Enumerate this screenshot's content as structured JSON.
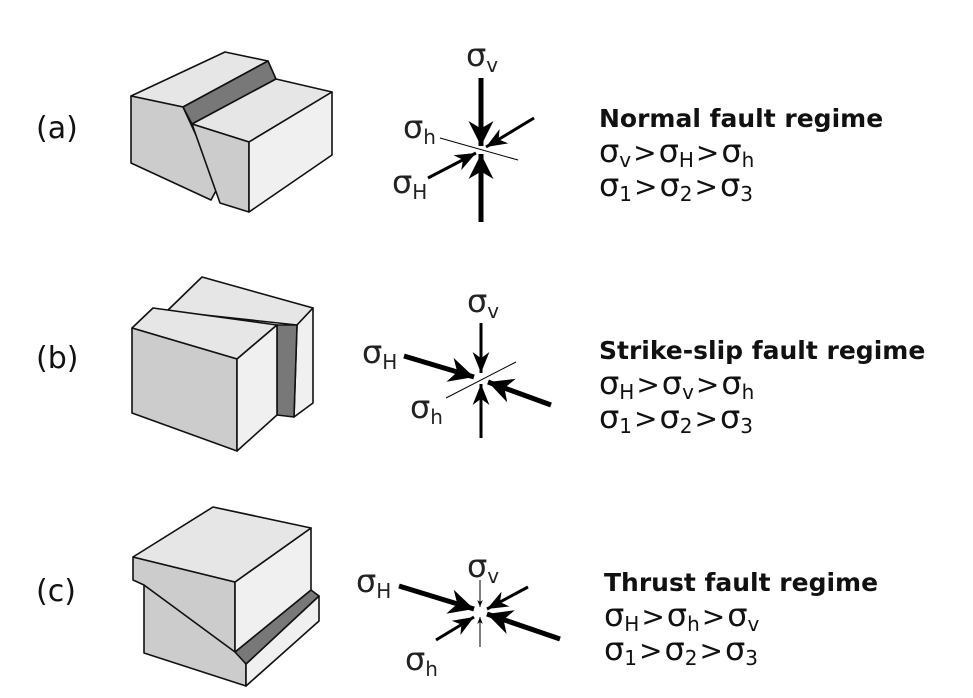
{
  "panels": [
    {
      "id": "a",
      "label": "(a)",
      "title": "Normal fault regime",
      "stress_order": [
        {
          "sym": "σ",
          "sub": "v"
        },
        {
          "sym": "σ",
          "sub": "H"
        },
        {
          "sym": "σ",
          "sub": "h"
        }
      ],
      "principal_order": [
        {
          "sym": "σ",
          "sub": "1"
        },
        {
          "sym": "σ",
          "sub": "2"
        },
        {
          "sym": "σ",
          "sub": "3"
        }
      ],
      "glyph_labels": {
        "v": {
          "sym": "σ",
          "sub": "v"
        },
        "H": {
          "sym": "σ",
          "sub": "H"
        },
        "h": {
          "sym": "σ",
          "sub": "h"
        }
      }
    },
    {
      "id": "b",
      "label": "(b)",
      "title": "Strike-slip fault regime",
      "stress_order": [
        {
          "sym": "σ",
          "sub": "H"
        },
        {
          "sym": "σ",
          "sub": "v"
        },
        {
          "sym": "σ",
          "sub": "h"
        }
      ],
      "principal_order": [
        {
          "sym": "σ",
          "sub": "1"
        },
        {
          "sym": "σ",
          "sub": "2"
        },
        {
          "sym": "σ",
          "sub": "3"
        }
      ],
      "glyph_labels": {
        "v": {
          "sym": "σ",
          "sub": "v"
        },
        "H": {
          "sym": "σ",
          "sub": "H"
        },
        "h": {
          "sym": "σ",
          "sub": "h"
        }
      }
    },
    {
      "id": "c",
      "label": "(c)",
      "title": "Thrust fault regime",
      "stress_order": [
        {
          "sym": "σ",
          "sub": "H"
        },
        {
          "sym": "σ",
          "sub": "h"
        },
        {
          "sym": "σ",
          "sub": "v"
        }
      ],
      "principal_order": [
        {
          "sym": "σ",
          "sub": "1"
        },
        {
          "sym": "σ",
          "sub": "2"
        },
        {
          "sym": "σ",
          "sub": "3"
        }
      ],
      "glyph_labels": {
        "v": {
          "sym": "σ",
          "sub": "v"
        },
        "H": {
          "sym": "σ",
          "sub": "H"
        },
        "h": {
          "sym": "σ",
          "sub": "h"
        }
      }
    }
  ],
  "operator": ">",
  "colors": {
    "face_top": "#e6e6e6",
    "face_left": "#cccccc",
    "face_right": "#f0f0f0",
    "fault_plane": "#787878",
    "stroke": "#111111"
  }
}
